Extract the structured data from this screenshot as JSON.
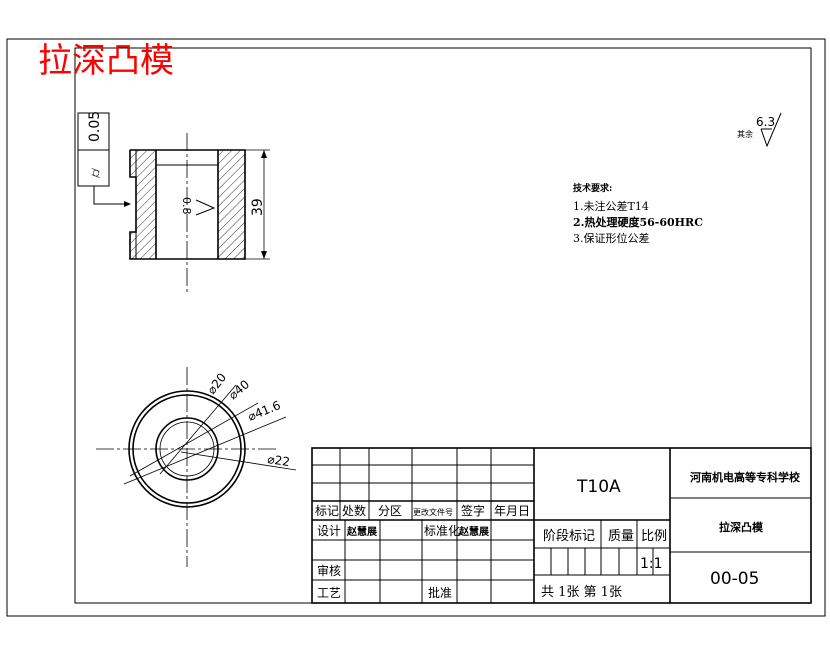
{
  "title_text": "拉深凸模",
  "title_color": "#ff0000",
  "tolerance_frame": {
    "value": "0.05",
    "symbol": "⌭"
  },
  "section_view": {
    "height_dim": "39",
    "inner_rough": "0.8"
  },
  "roughness_corner": {
    "label": "其余",
    "value": "6.3"
  },
  "tech_requirements": {
    "heading": "技术要求:",
    "items": [
      "1.未注公差T14",
      "2.热处理硬度56-60HRC",
      "3.保证形位公差"
    ]
  },
  "circle_view": {
    "d1": "⌀20",
    "d2": "⌀40",
    "d3": "⌀41.6",
    "d4": "⌀22"
  },
  "title_block": {
    "material": "T10A",
    "school": "河南机电高等专科学校",
    "part_name": "拉深凸模",
    "drawing_no": "00-05",
    "scale": "1:1",
    "headers": [
      "标记",
      "处数",
      "分区",
      "更改文件号",
      "签字",
      "年月日"
    ],
    "row_design": [
      "设计",
      "赵慧展",
      "标准化",
      "赵慧展"
    ],
    "row_check": "审核",
    "row_process": "工艺",
    "approve": "批准",
    "stage": "阶段标记",
    "weight": "质量",
    "ratio": "比例",
    "sheets": "共 1张 第 1张"
  }
}
